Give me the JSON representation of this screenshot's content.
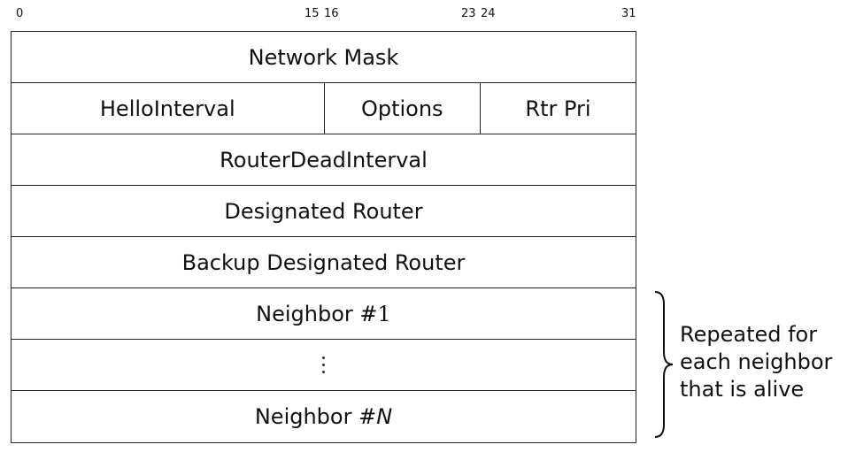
{
  "bit_positions": [
    "0",
    "15",
    "16",
    "23",
    "24",
    "31"
  ],
  "rows": {
    "network_mask": "Network Mask",
    "hello_interval": "HelloInterval",
    "options": "Options",
    "rtr_pri": "Rtr Pri",
    "router_dead_interval": "RouterDeadInterval",
    "designated_router": "Designated Router",
    "backup_designated_router": "Backup Designated Router",
    "neighbor_1_prefix": "Neighbor ",
    "neighbor_1_index": "#1",
    "neighbor_n_prefix": "Neighbor ",
    "neighbor_n_hash": "#",
    "neighbor_n_index": "N"
  },
  "annotation": {
    "line1": "Repeated for",
    "line2": "each neighbor",
    "line3": "that is alive"
  }
}
